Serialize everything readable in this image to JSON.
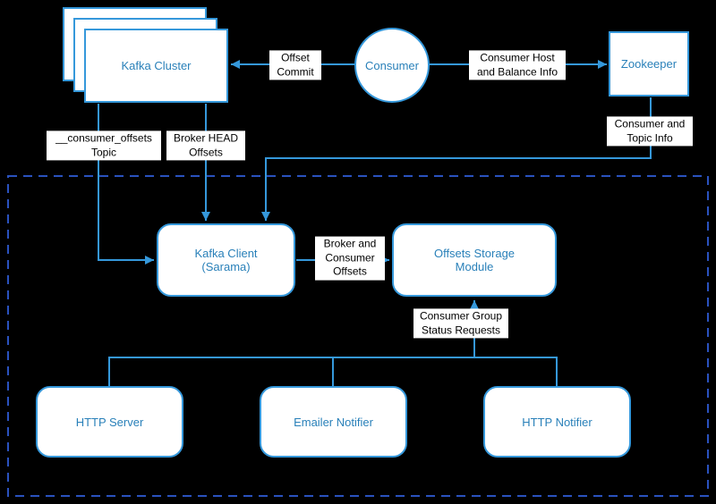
{
  "diagram": {
    "nodes": {
      "kafka_cluster": {
        "label": "Kafka Cluster"
      },
      "consumer": {
        "label": "Consumer"
      },
      "zookeeper": {
        "label": "Zookeeper"
      },
      "kafka_client": {
        "label": "Kafka Client (Sarama)"
      },
      "offsets_storage": {
        "label": "Offsets Storage Module"
      },
      "http_server": {
        "label": "HTTP Server"
      },
      "emailer_notifier": {
        "label": "Emailer Notifier"
      },
      "http_notifier": {
        "label": "HTTP Notifier"
      }
    },
    "edges": {
      "offset_commit": {
        "label": "Offset Commit"
      },
      "consumer_host": {
        "label": "Consumer Host and Balance Info"
      },
      "consumer_offsets_topic": {
        "label": "__consumer_offsets Topic"
      },
      "broker_head_offsets": {
        "label": "Broker HEAD Offsets"
      },
      "consumer_topic_info": {
        "label": "Consumer and Topic Info"
      },
      "broker_consumer_offsets": {
        "label": "Broker and Consumer Offsets"
      },
      "consumer_group_status": {
        "label": "Consumer Group Status Requests"
      }
    },
    "colors": {
      "background": "#000000",
      "node_border": "#3598db",
      "node_text": "#2980b9",
      "connector": "#3598db",
      "boundary_dashed": "#2a52be",
      "label_bg": "#ffffff",
      "label_text": "#000000"
    }
  }
}
